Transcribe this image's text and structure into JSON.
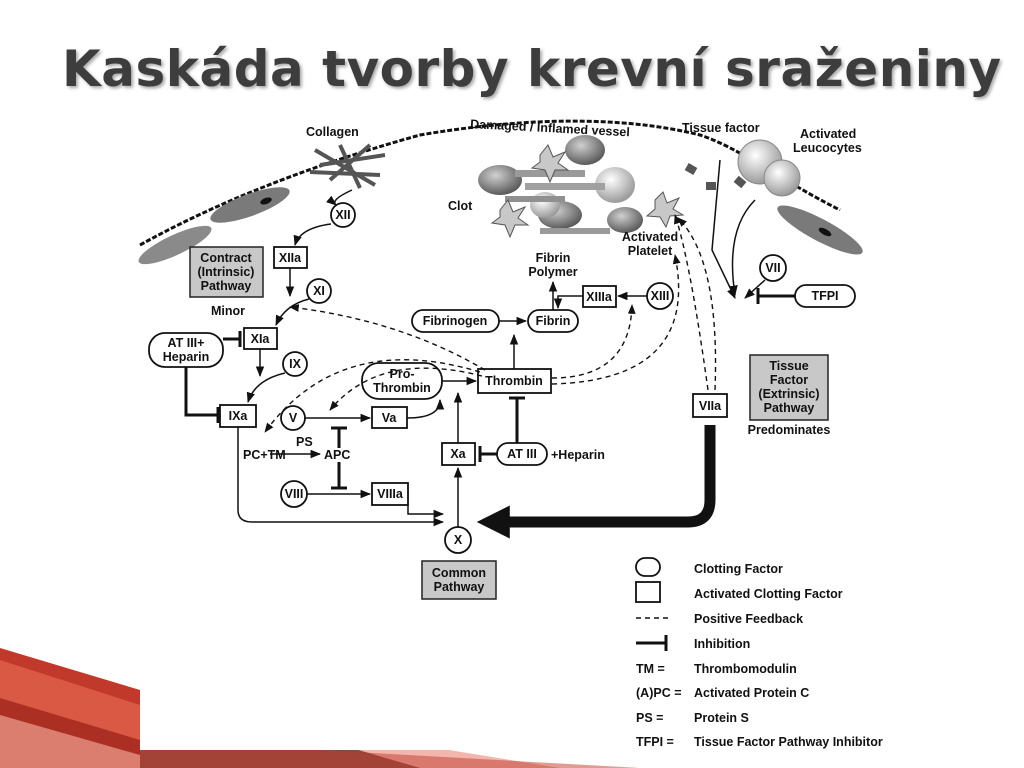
{
  "slide": {
    "title": "Kaskáda tvorby krevní sraženiny"
  },
  "colors": {
    "accent_red": "#c0392b",
    "accent_dark": "#111111",
    "gray_box": "#c8c8c8"
  },
  "diagram": {
    "collagen": "Collagen",
    "vessel": "Damaged / Inflamed vessel",
    "tissue_factor": "Tissue factor",
    "leucocytes_1": "Activated",
    "leucocytes_2": "Leucocytes",
    "clot": "Clot",
    "fibrin_polymer_1": "Fibrin",
    "fibrin_polymer_2": "Polymer",
    "platelet_1": "Activated",
    "platelet_2": "Platelet",
    "intrinsic_1": "Contract",
    "intrinsic_2": "(Intrinsic)",
    "intrinsic_3": "Pathway",
    "minor": "Minor",
    "extrinsic_1": "Tissue",
    "extrinsic_2": "Factor",
    "extrinsic_3": "(Extrinsic)",
    "extrinsic_4": "Pathway",
    "predominates": "Predominates",
    "common_1": "Common",
    "common_2": "Pathway",
    "f_xii": "XII",
    "f_xiia": "XIIa",
    "f_xi": "XI",
    "f_xia": "XIa",
    "f_ix": "IX",
    "f_ixa": "IXa",
    "f_v": "V",
    "f_va": "Va",
    "f_viii": "VIII",
    "f_viiia": "VIIIa",
    "f_x": "X",
    "f_xa": "Xa",
    "f_xiii": "XIII",
    "f_xiiia": "XIIIa",
    "f_vii": "VII",
    "f_viia": "VIIa",
    "fibrinogen": "Fibrinogen",
    "fibrin": "Fibrin",
    "prothrombin_1": "Pro-",
    "prothrombin_2": "Thrombin",
    "thrombin": "Thrombin",
    "at3_heparin_1": "AT III+",
    "at3_heparin_2": "Heparin",
    "at3": "AT III",
    "plus_heparin": "+Heparin",
    "tfpi": "TFPI",
    "pc_tm": "PC+TM",
    "ps": "PS",
    "apc": "APC"
  },
  "legend": {
    "clotting_factor": "Clotting Factor",
    "activated_factor": "Activated Clotting Factor",
    "positive_feedback": "Positive Feedback",
    "inhibition": "Inhibition",
    "tm_key": "TM =",
    "tm_val": "Thrombomodulin",
    "apc_key": "(A)PC =",
    "apc_val": "Activated Protein C",
    "ps_key": "PS =",
    "ps_val": "Protein S",
    "tfpi_key": "TFPI =",
    "tfpi_val": "Tissue Factor Pathway Inhibitor"
  }
}
